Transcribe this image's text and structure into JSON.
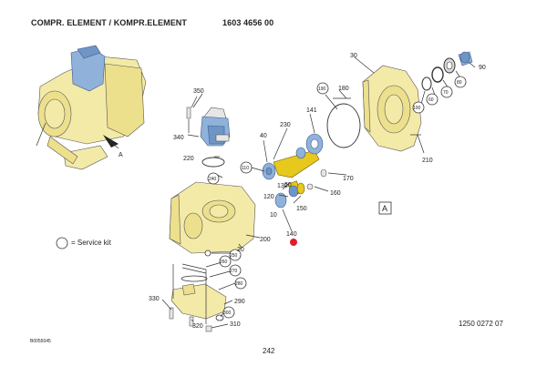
{
  "header": {
    "title": "COMPR. ELEMENT / KOMPR.ELEMENT",
    "part_number": "1603 4656 00"
  },
  "view_letter": "A",
  "legend": {
    "text": "= Service kit"
  },
  "labels": {
    "l350": "350",
    "l340": "340",
    "l220": "220",
    "l240": "240",
    "l110": "110",
    "l40": "40",
    "l230": "230",
    "l141": "141",
    "l190": "190",
    "l180": "180",
    "l30": "30",
    "l90": "90",
    "l80": "80",
    "l70": "70",
    "l60": "60",
    "l100": "100",
    "l210": "210",
    "l50": "50",
    "l170": "170",
    "l160": "160",
    "l130": "130",
    "l120": "120",
    "l150": "150",
    "l10": "10",
    "l140": "140",
    "l200": "200",
    "l20": "20",
    "l250": "250",
    "l260": "260",
    "l270": "270",
    "l280": "280",
    "l330": "330",
    "l290": "290",
    "l300": "300",
    "l310": "310",
    "l320": "320"
  },
  "footer": {
    "doc_number": "1250 0272 07",
    "ref_code": "B0055045",
    "page_number": "242"
  },
  "colors": {
    "housing": "#f4eaa8",
    "motor_blue": "#8fb1da",
    "gear": "#e7c81c",
    "highlight_dot": "#e11d2a"
  }
}
